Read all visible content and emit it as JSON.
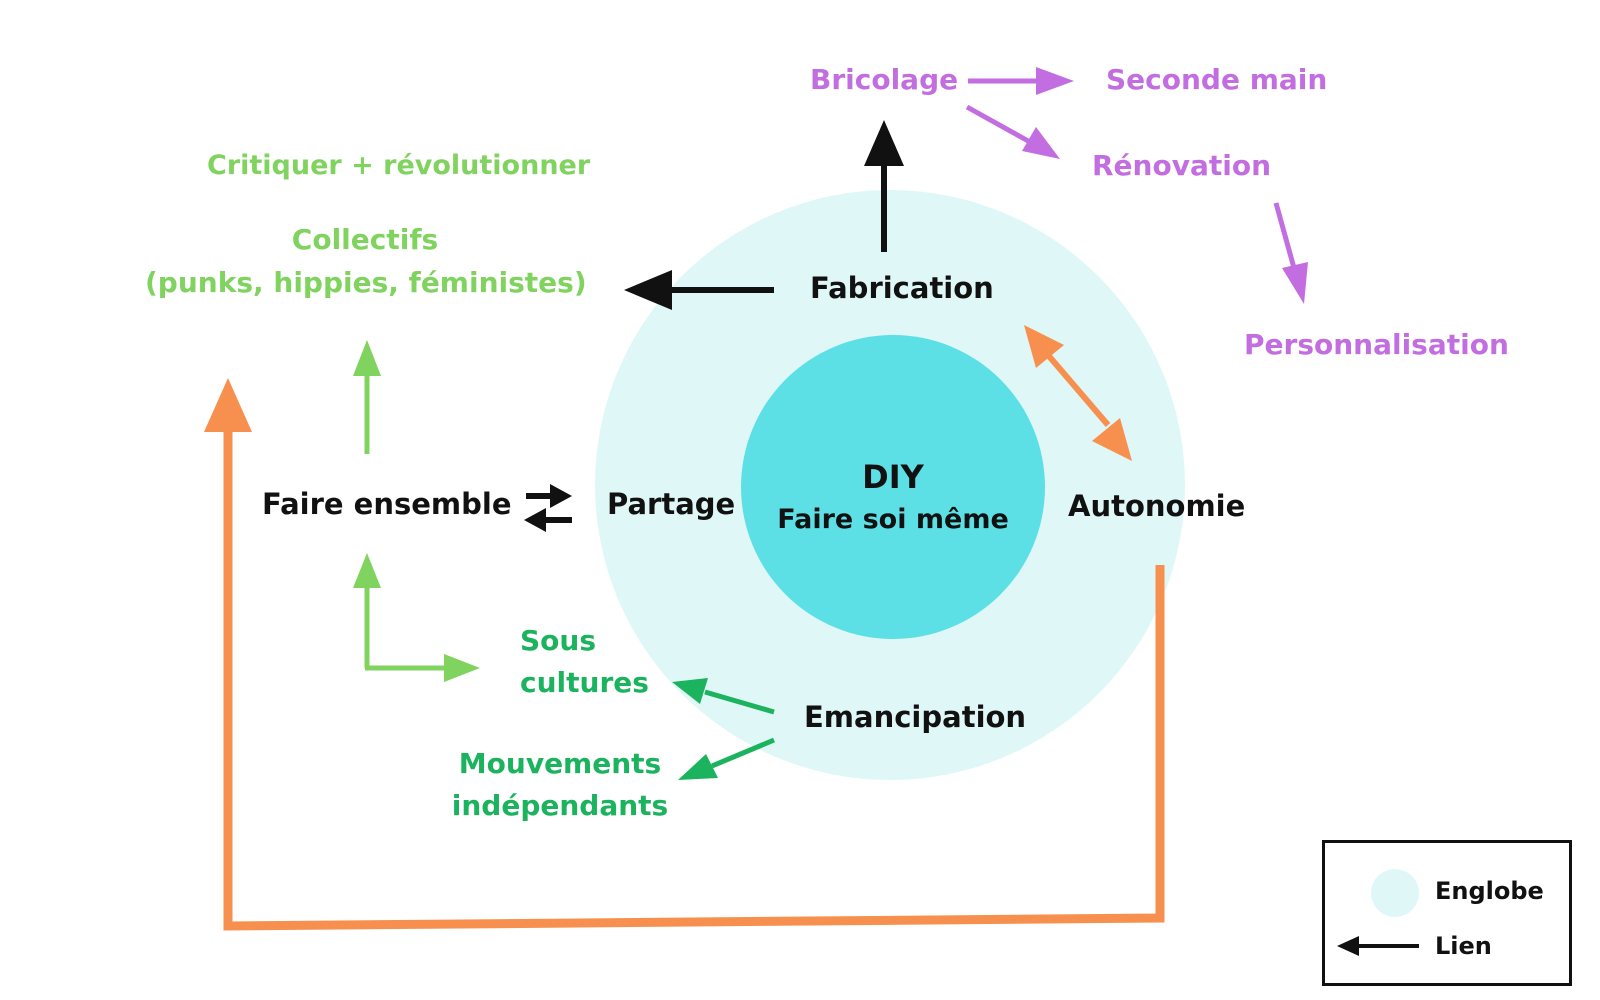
{
  "center": {
    "title": "DIY",
    "subtitle": "Faire soi même"
  },
  "ring_nodes": {
    "fabrication": "Fabrication",
    "partage": "Partage",
    "autonomie": "Autonomie",
    "emancipation": "Emancipation"
  },
  "outer_nodes": {
    "faire_ensemble": "Faire ensemble",
    "critiquer": "Critiquer + révolutionner",
    "collectifs_line1": "Collectifs",
    "collectifs_line2": "(punks, hippies, féministes)",
    "sous_cultures_line1": "Sous",
    "sous_cultures_line2": "cultures",
    "mouvements_line1": "Mouvements",
    "mouvements_line2": "indépendants",
    "bricolage": "Bricolage",
    "seconde_main": "Seconde main",
    "renovation": "Rénovation",
    "personnalisation": "Personnalisation"
  },
  "legend": {
    "englobe": "Englobe",
    "lien": "Lien"
  },
  "colors": {
    "outer_ring": "#dff7f7",
    "inner_circle": "#5ce0e6",
    "black": "#111111",
    "purple": "#c36ee0",
    "light_green": "#7fd35e",
    "dark_green": "#1bb35e",
    "orange": "#f7904e"
  }
}
